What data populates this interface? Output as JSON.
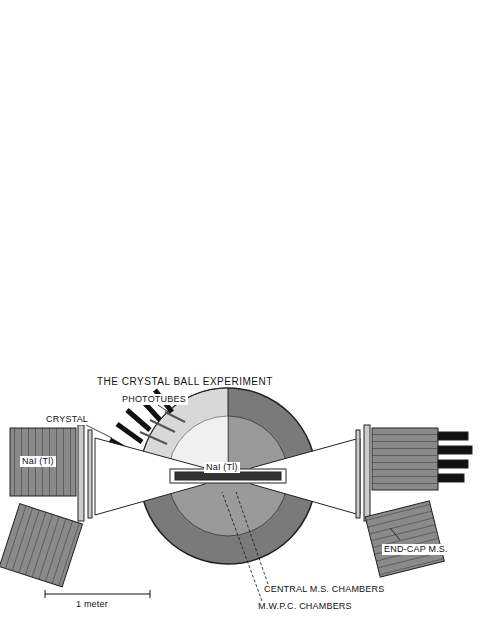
{
  "diagram": {
    "title": "THE CRYSTAL BALL EXPERIMENT",
    "labels": [
      "PHOTOTUBES",
      "CRYSTAL",
      "NaI (Tl)",
      "NaI (Tl)",
      "END-CAP M.S.",
      "CENTRAL M.S. CHAMBERS",
      "M.W.P.C. CHAMBERS",
      "1 meter"
    ]
  }
}
